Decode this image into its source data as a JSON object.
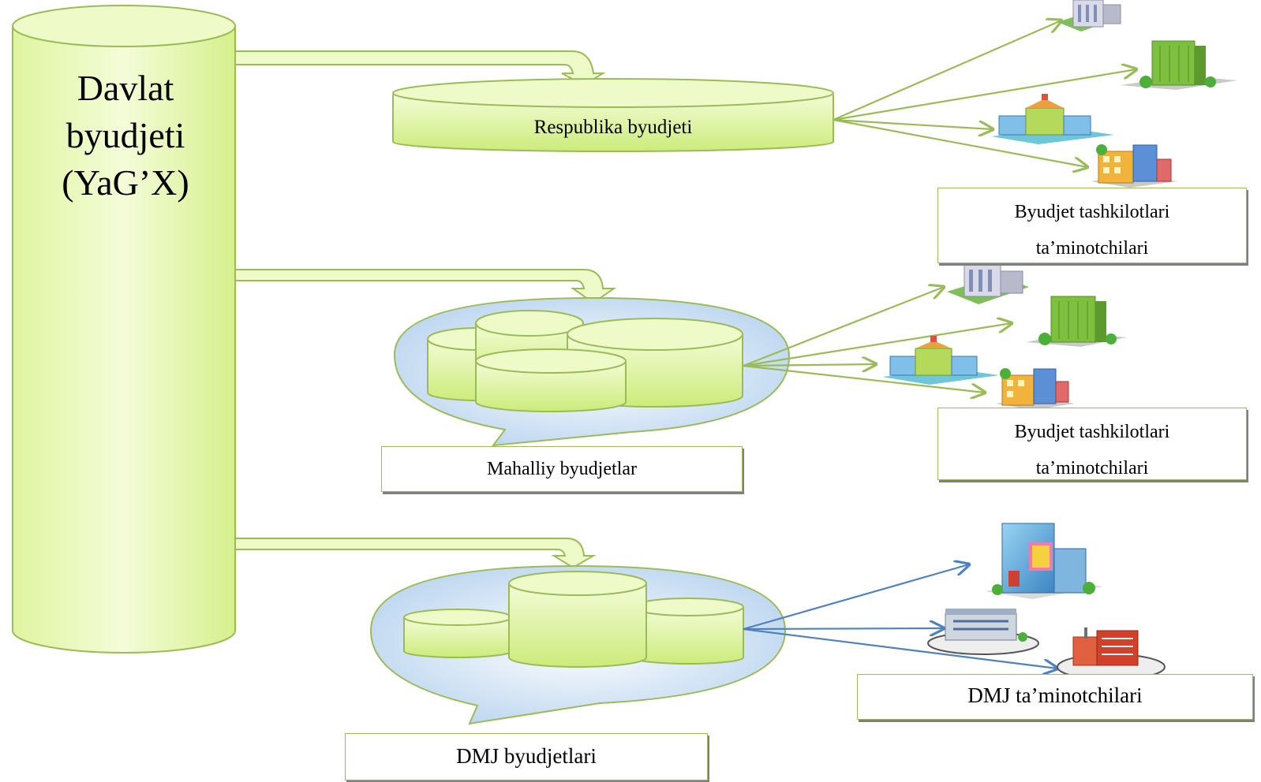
{
  "main_budget": {
    "title_lines": [
      "Davlat",
      "byudjeti",
      "(YaG’X)"
    ]
  },
  "respublika": {
    "label": "Respublika byudjeti"
  },
  "budget_org_suppliers": {
    "label_line1": "Byudjet tashkilotlari",
    "label_line2": "ta’minotchilari"
  },
  "mahalliy": {
    "label": "Mahalliy byudjetlar"
  },
  "dmj_suppliers": {
    "label": "DMJ ta’minotchilari"
  },
  "dmj_budgets": {
    "label": "DMJ byudjetlari"
  },
  "colors": {
    "cylinder_fill": "#e6f7b8",
    "cylinder_stroke": "#9bbb59",
    "callout_fill": "#cfe2f5",
    "green_arrow": "#9bbb59",
    "blue_arrow": "#4f81bd"
  }
}
